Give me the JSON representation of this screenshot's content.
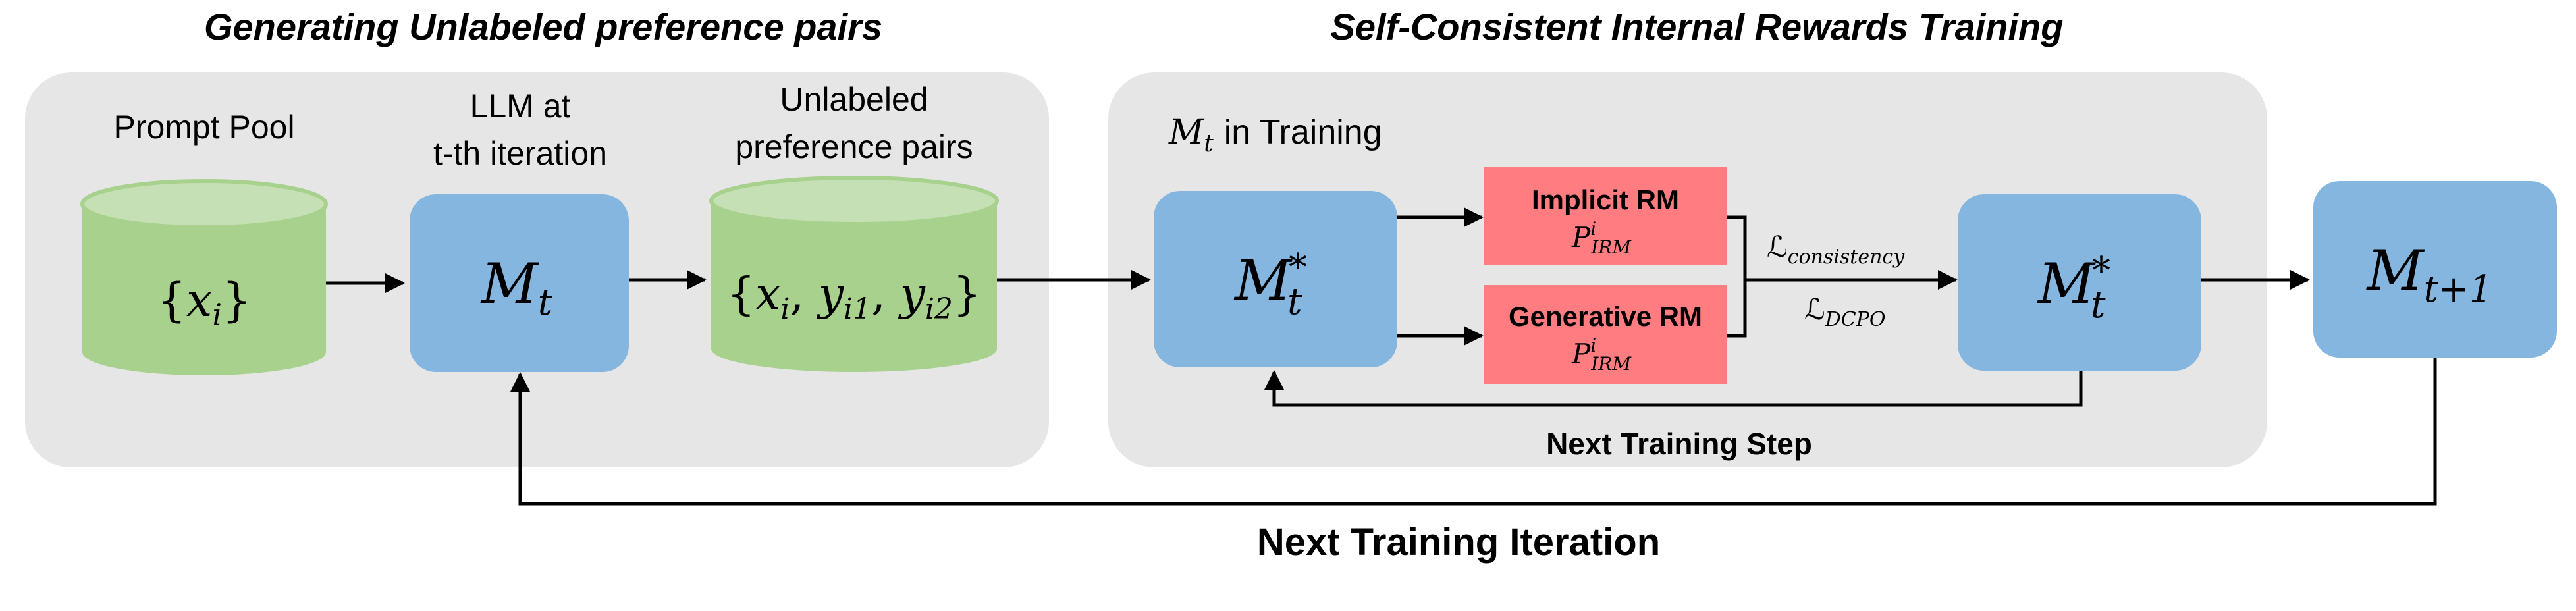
{
  "sections": {
    "left_title": "Generating Unlabeled preference pairs",
    "right_title": "Self-Consistent Internal Rewards Training"
  },
  "left_panel": {
    "prompt_pool_label": "Prompt Pool",
    "prompt_pool_symbol": {
      "open": "{",
      "var": "x",
      "sub": "i",
      "close": "}"
    },
    "llm_label_line1": "LLM at",
    "llm_label_line2": "t-th iteration",
    "llm_symbol": {
      "var": "M",
      "sub": "t"
    },
    "pairs_label_line1": "Unlabeled",
    "pairs_label_line2": "preference pairs",
    "pairs_symbol": {
      "open": "{",
      "x": "x",
      "x_sub": "i",
      "y1": "y",
      "y1_sub": "i1",
      "y2": "y",
      "y2_sub": "i2",
      "close": "}"
    }
  },
  "right_panel": {
    "in_training_label": {
      "var": "M",
      "sub": "t",
      "text": "in Training"
    },
    "model_star_left": {
      "var": "M",
      "sub": "t",
      "sup": "*"
    },
    "implicit_rm": {
      "title": "Implicit RM",
      "var": "P",
      "sub": "IRM",
      "sup": "i"
    },
    "generative_rm": {
      "title": "Generative RM",
      "var": "P",
      "sub": "IRM",
      "sup": "i"
    },
    "loss_consistency": {
      "var": "ℒ",
      "sub": "consistency"
    },
    "loss_dcpo": {
      "var": "ℒ",
      "sub": "DCPO"
    },
    "model_star_right": {
      "var": "M",
      "sub": "t",
      "sup": "*"
    },
    "next_step_label": "Next Training Step"
  },
  "next_model": {
    "var": "M",
    "sub": "t+1"
  },
  "bottom_label": "Next Training Iteration",
  "colors": {
    "panel_bg": "#e6e6e6",
    "cylinder_green": "#a9d18e",
    "cylinder_top": "#c5e0b4",
    "model_blue": "#84b6e0",
    "rm_red": "#ff7c80",
    "line": "#000000"
  }
}
